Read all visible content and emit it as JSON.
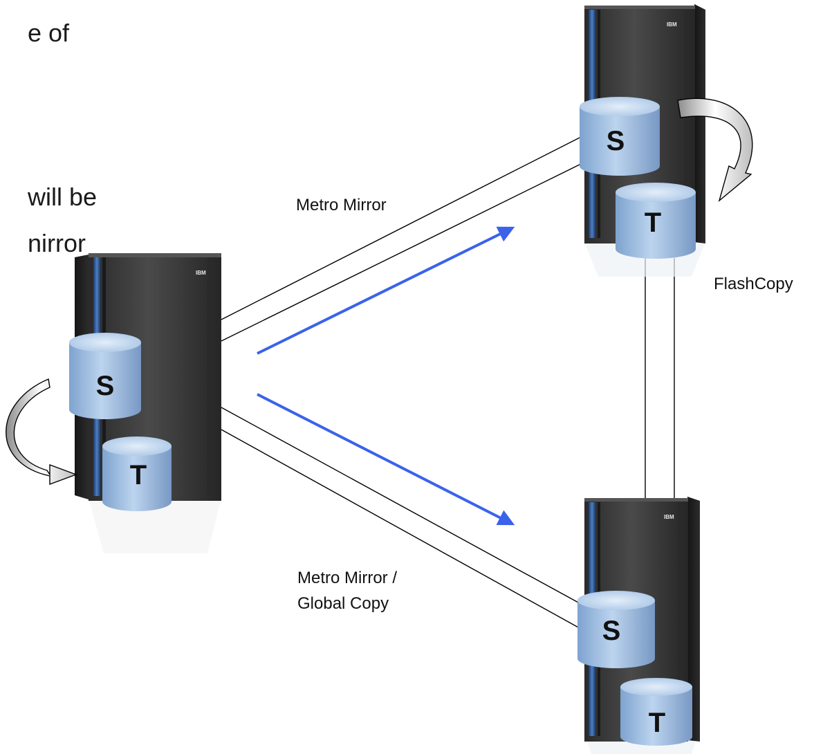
{
  "slide_text_fragments": [
    "e of",
    "will be",
    "nirror"
  ],
  "labels": {
    "metro_mirror": "Metro Mirror",
    "flashcopy": "FlashCopy",
    "mm_gc_line1": "Metro Mirror /",
    "mm_gc_line2": "Global Copy"
  },
  "volumes": {
    "source": "S",
    "target": "T"
  },
  "logo": "IBM",
  "colors": {
    "link_arrow": "#3a63ea",
    "cabinet": "#3b3b3b",
    "cabinet_dark": "#1f1f1f",
    "volume_blue": "#9ab9dc",
    "volume_top": "#c7dcf0"
  }
}
